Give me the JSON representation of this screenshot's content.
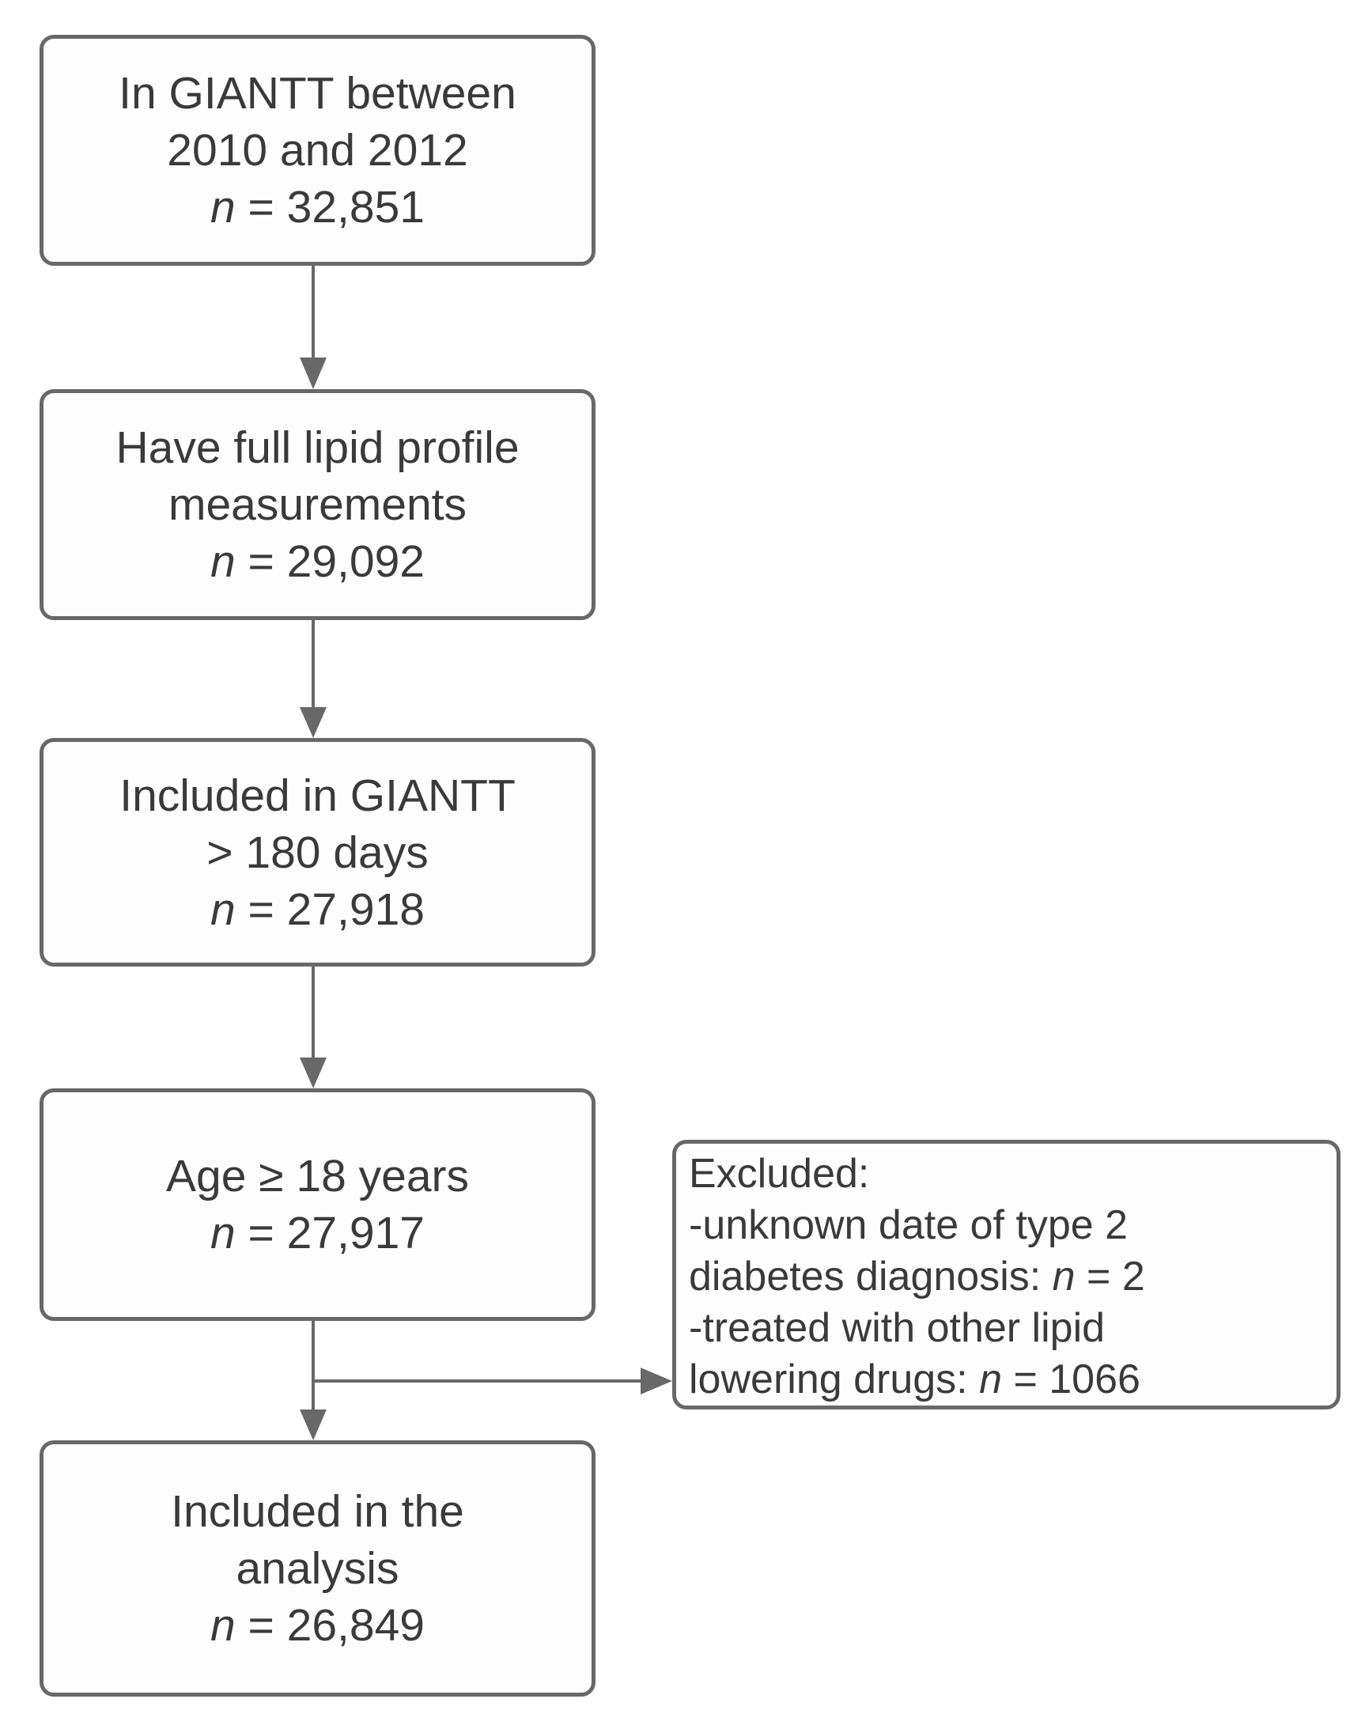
{
  "diagram": {
    "boxes": [
      {
        "lines": [
          "In GIANTT between",
          "2010 and 2012"
        ],
        "n_label": "n",
        "n_value": " = 32,851"
      },
      {
        "lines": [
          "Have full lipid profile",
          "measurements"
        ],
        "n_label": "n",
        "n_value": " = 29,092"
      },
      {
        "lines": [
          "Included in GIANTT",
          "> 180 days"
        ],
        "n_label": "n",
        "n_value": " = 27,918"
      },
      {
        "lines": [
          "Age ≥ 18 years"
        ],
        "n_label": "n",
        "n_value": " = 27,917"
      },
      {
        "lines": [
          "Included in the",
          "analysis"
        ],
        "n_label": "n",
        "n_value": " = 26,849"
      }
    ],
    "excluded": {
      "lines": [
        {
          "text": "Excluded:"
        },
        {
          "text": "-unknown date of type 2"
        },
        {
          "pre": "diabetes diagnosis: ",
          "n": "n",
          "post": " = 2"
        },
        {
          "text": "-treated with other lipid"
        },
        {
          "pre": "lowering drugs: ",
          "n": "n",
          "post": " = 1066"
        }
      ]
    },
    "colors": {
      "border": "#686868",
      "text": "#3a3a3a",
      "arrow": "#686868",
      "background": "#ffffff",
      "boxBackground": "#fdfdfd"
    }
  }
}
